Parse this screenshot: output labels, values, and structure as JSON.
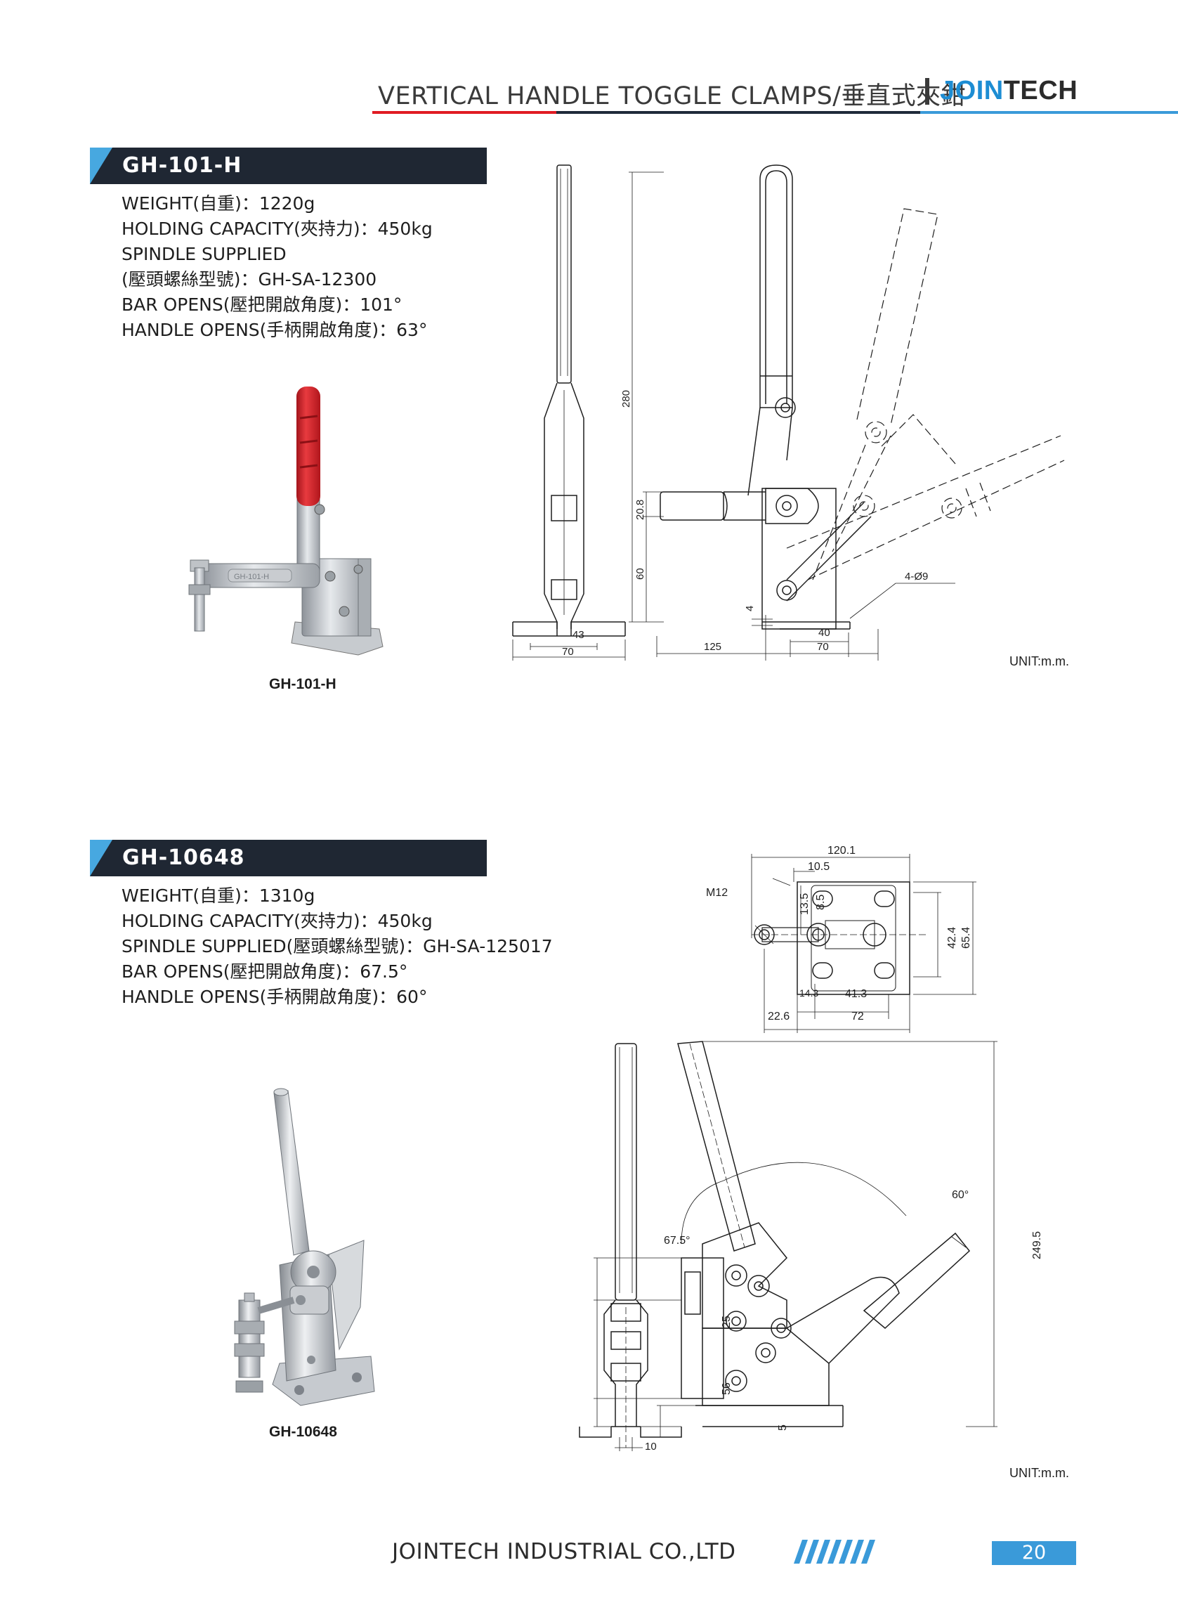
{
  "header": {
    "title": "VERTICAL HANDLE TOGGLE CLAMPS/垂直式夾鉗",
    "brand_part1": "JOIN",
    "brand_part2": "TECH"
  },
  "products": [
    {
      "model": "GH-101-H",
      "specs": [
        "WEIGHT(自重)：1220g",
        "HOLDING CAPACITY(夾持力)：450kg",
        "SPINDLE SUPPLIED",
        "(壓頭螺絲型號)：GH-SA-12300",
        "BAR OPENS(壓把開啟角度)：101°",
        "HANDLE OPENS(手柄開啟角度)：63°"
      ],
      "photo_caption": "GH-101-H",
      "photo_engraving": "GH-101-H",
      "dimensions": {
        "d280": "280",
        "d20_8": "20.8",
        "d60": "60",
        "d43": "43",
        "d70a": "70",
        "d4": "4",
        "d125": "125",
        "d40": "40",
        "d70b": "70",
        "holes": "4-Ø9"
      },
      "unit": "UNIT:m.m."
    },
    {
      "model": "GH-10648",
      "specs": [
        "WEIGHT(自重)：1310g",
        "HOLDING CAPACITY(夾持力)：450kg",
        "SPINDLE SUPPLIED(壓頭螺絲型號)：GH-SA-125017",
        "BAR OPENS(壓把開啟角度)：67.5°",
        "HANDLE OPENS(手柄開啟角度)：60°"
      ],
      "photo_caption": "GH-10648",
      "dimensions": {
        "d120_1": "120.1",
        "d10_5": "10.5",
        "m12": "M12",
        "d13_5": "13.5",
        "d8_5": "8.5",
        "d42_4": "42.4",
        "d65_4": "65.4",
        "d14_3": "14.3",
        "d41_3": "41.3",
        "d22_6": "22.6",
        "d72": "72",
        "a60": "60°",
        "a67_5": "67.5°",
        "d249_5": "249.5",
        "d25": "25",
        "d56": "56",
        "d5": "5",
        "d10": "10"
      },
      "unit": "UNIT:m.m."
    }
  ],
  "footer": {
    "company": "JOINTECH INDUSTRIAL CO.,LTD",
    "page": "20"
  },
  "colors": {
    "accent_blue": "#3a9ad9",
    "banner_dark": "#1f2733",
    "rule_red": "#e01b23",
    "handle_red": "#d8232a"
  }
}
